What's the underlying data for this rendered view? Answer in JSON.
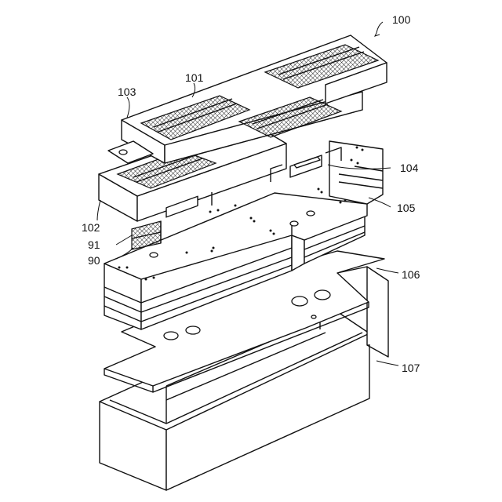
{
  "labels": {
    "assembly": "100",
    "heat_sink_fins": "101",
    "lower_block": "102",
    "upper_block": "103",
    "connector": "104",
    "stack": "105",
    "plate": "106",
    "case": "107",
    "layer_a": "91",
    "layer_b": "90"
  }
}
